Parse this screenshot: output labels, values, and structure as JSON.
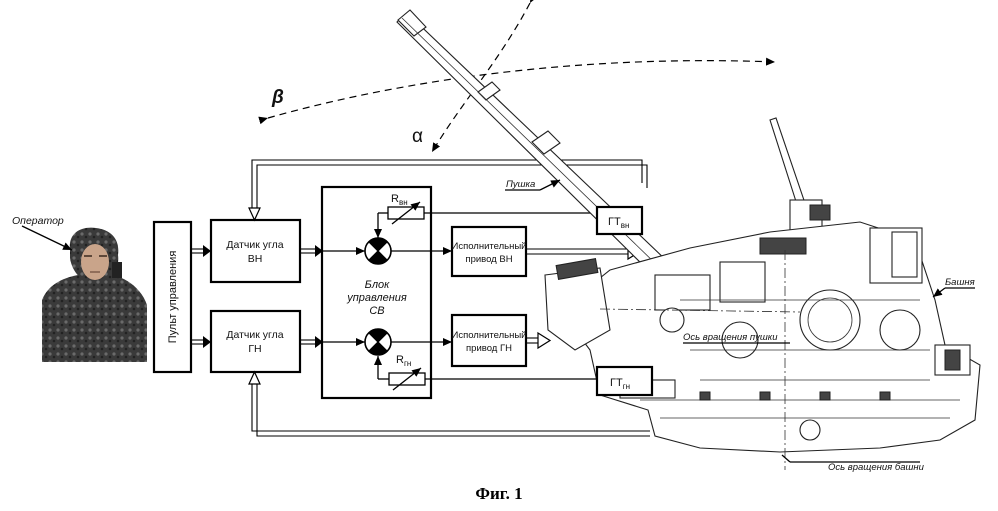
{
  "labels": {
    "operator": "Оператор",
    "control_panel": "Пульт управления",
    "sensor_vn": [
      "Датчик угла",
      "ВН"
    ],
    "sensor_gn": [
      "Датчик угла",
      "ГН"
    ],
    "control_unit": [
      "Блок",
      "управления",
      "СВ"
    ],
    "actuator_vn": [
      "Исполнительный",
      "привод ВН"
    ],
    "actuator_gn": [
      "Исполнительный",
      "привод ГН"
    ],
    "r_vn": "R",
    "r_vn_sub": "вн",
    "r_gn": "R",
    "r_gn_sub": "гн",
    "gt_vn": "ГТ",
    "gt_vn_sub": "вн",
    "gt_gn": "ГТ",
    "gt_gn_sub": "гн",
    "gun": "Пушка",
    "turret": "Башня",
    "gun_axis": "Ось вращения пушки",
    "turret_axis": "Ось вращения башни",
    "alpha": "α",
    "beta": "β"
  },
  "caption": "Фиг. 1"
}
